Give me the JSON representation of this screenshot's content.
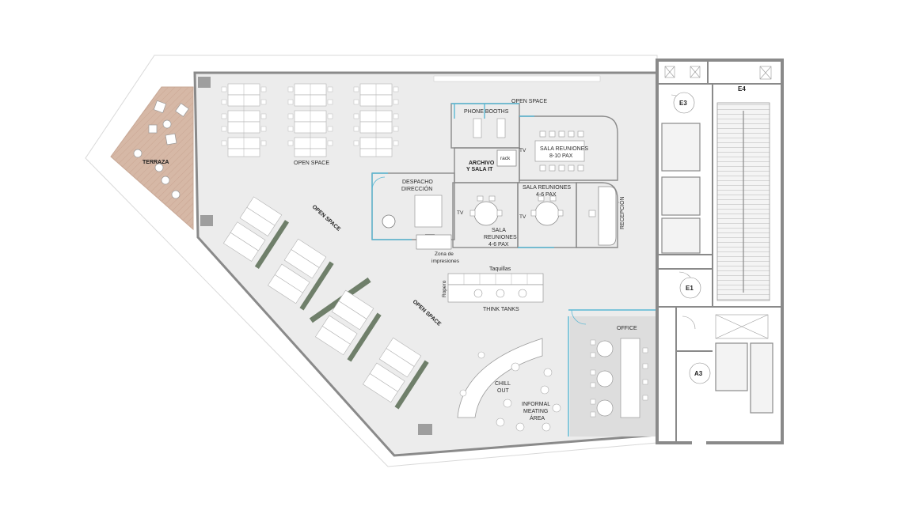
{
  "labels": {
    "terraza": "TERRAZA",
    "open_space_top_left": "OPEN SPACE",
    "open_space_top_center": "OPEN SPACE",
    "open_space_diag_1": "OPEN SPACE",
    "open_space_diag_2": "OPEN SPACE",
    "phone_booths": "PHONE BOOTHS",
    "archivo_line1": "ARCHIVO",
    "archivo_line2": "Y SALA IT",
    "rack": "rack",
    "tv_1": "TV",
    "tv_2": "TV",
    "tv_3": "TV",
    "sala_8_line1": "SALA REUNIONES",
    "sala_8_line2": "8-10 PAX",
    "despacho_line1": "DESPACHO",
    "despacho_line2": "DIRECCIÓN",
    "sala_4a_line1": "SALA REUNIONES",
    "sala_4a_line2": "4-6 PAX",
    "sala_4b_line1": "SALA",
    "sala_4b_line2": "REUNIONES",
    "sala_4b_line3": "4-6 PAX",
    "recepcion": "RECEPCIÓN",
    "zona_line1": "Zona de",
    "zona_line2": "impresiones",
    "taquillas": "Taquillas",
    "ropero": "Ropero",
    "think_tanks": "THINK TANKS",
    "office": "OFFICE",
    "chill_line1": "CHILL",
    "chill_line2": "OUT",
    "informal_line1": "INFORMAL",
    "informal_line2": "MEATING",
    "informal_line3": "ÁREA",
    "e1": "E1",
    "e3": "E3",
    "e4": "E4",
    "a3": "A3"
  },
  "colors": {
    "floor": "#ececec",
    "wall": "#8a8a8a",
    "core": "#a9a9a9",
    "terrace": "#d4b5a4",
    "glass": "#5ab8d4",
    "plant": "#6f7f6a",
    "furniture": "#ffffff"
  }
}
